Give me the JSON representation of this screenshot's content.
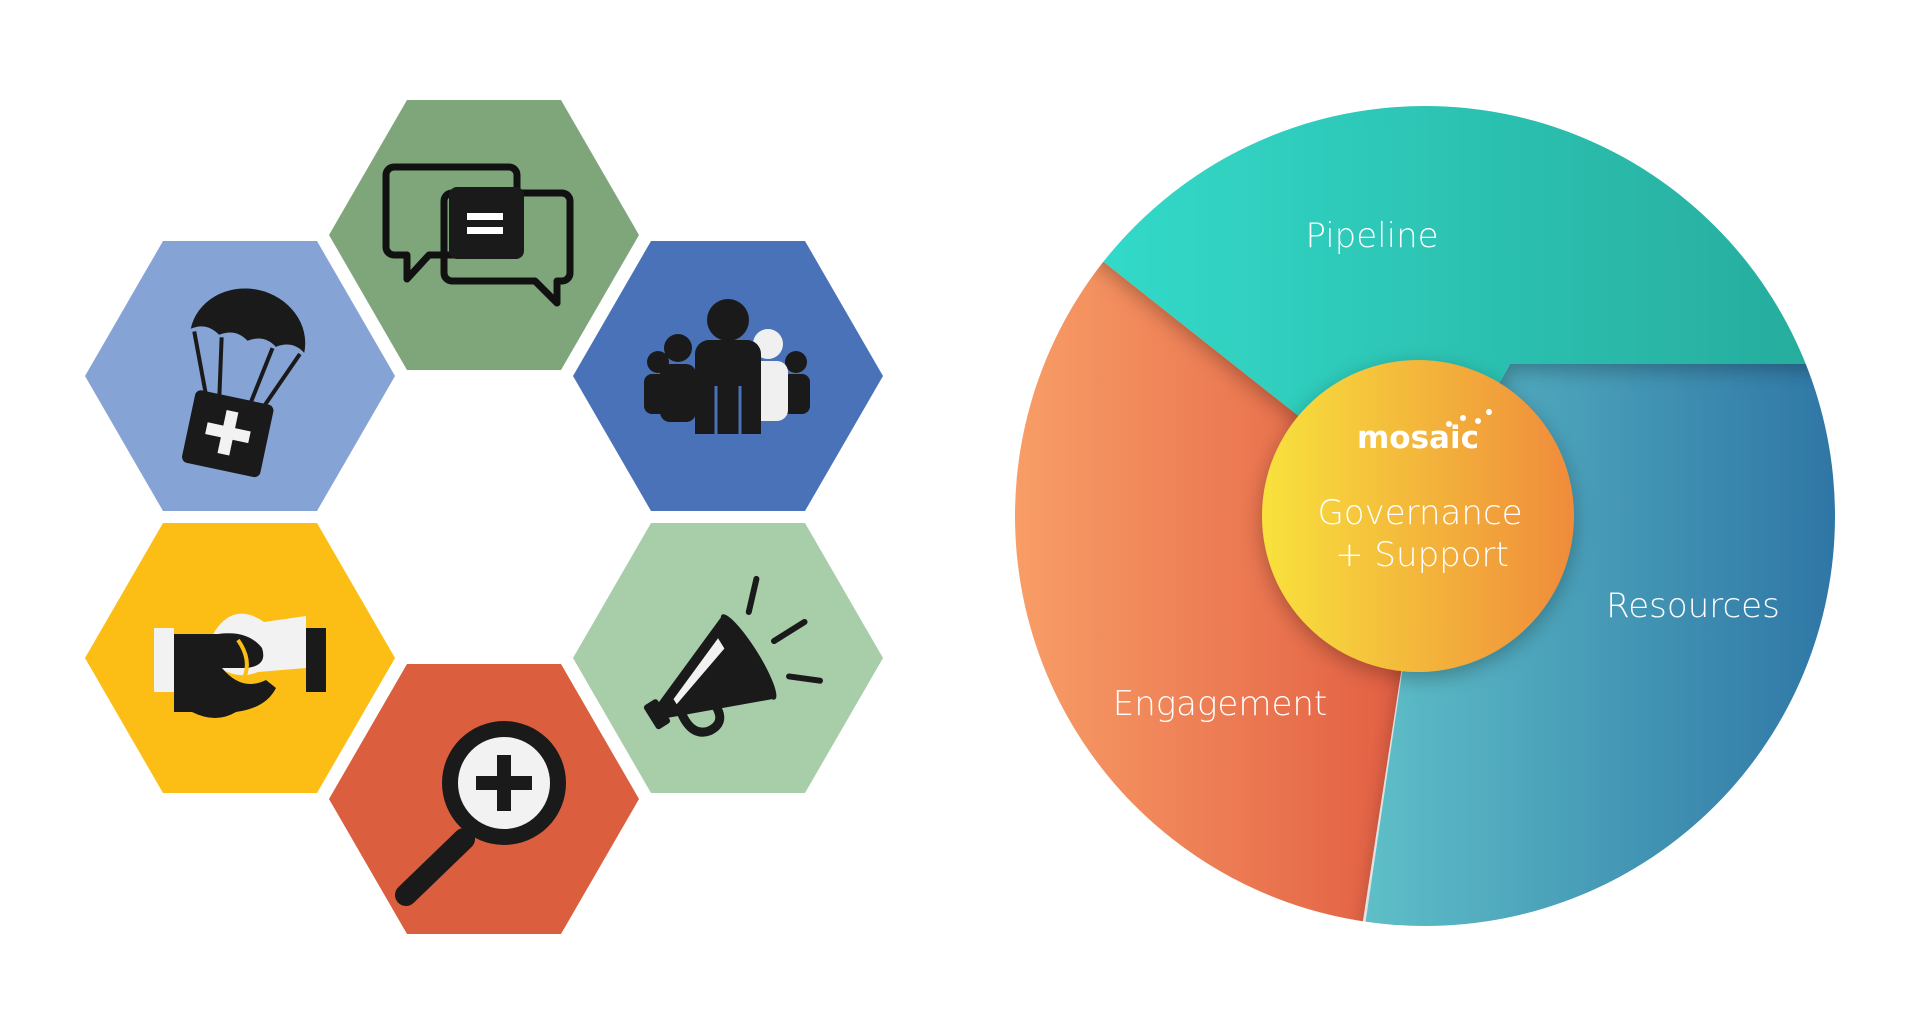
{
  "hexagons": [
    {
      "id": "chat",
      "icon": "chat-bubbles-icon",
      "color": "#7fa67a"
    },
    {
      "id": "team",
      "icon": "people-group-icon",
      "color": "#4a72b8"
    },
    {
      "id": "megaphone",
      "icon": "megaphone-icon",
      "color": "#a8cda9"
    },
    {
      "id": "search",
      "icon": "magnifier-plus-icon",
      "color": "#db5e3e"
    },
    {
      "id": "handshake",
      "icon": "handshake-icon",
      "color": "#fcbe14"
    },
    {
      "id": "supply",
      "icon": "parachute-aid-icon",
      "color": "#85a3d4"
    }
  ],
  "wheel": {
    "segments": [
      {
        "label": "Pipeline",
        "color_start": "#34e0cf",
        "color_end": "#26a99a"
      },
      {
        "label": "Resources",
        "color_start": "#5fc0c8",
        "color_end": "#2c72a4"
      },
      {
        "label": "Engagement",
        "color_start": "#f9a068",
        "color_end": "#e15b41"
      }
    ],
    "center": {
      "logo": "mosaic",
      "line1": "Governance",
      "line2": "+ Support",
      "color_start": "#f8e23c",
      "color_end": "#ef8b3a"
    }
  }
}
